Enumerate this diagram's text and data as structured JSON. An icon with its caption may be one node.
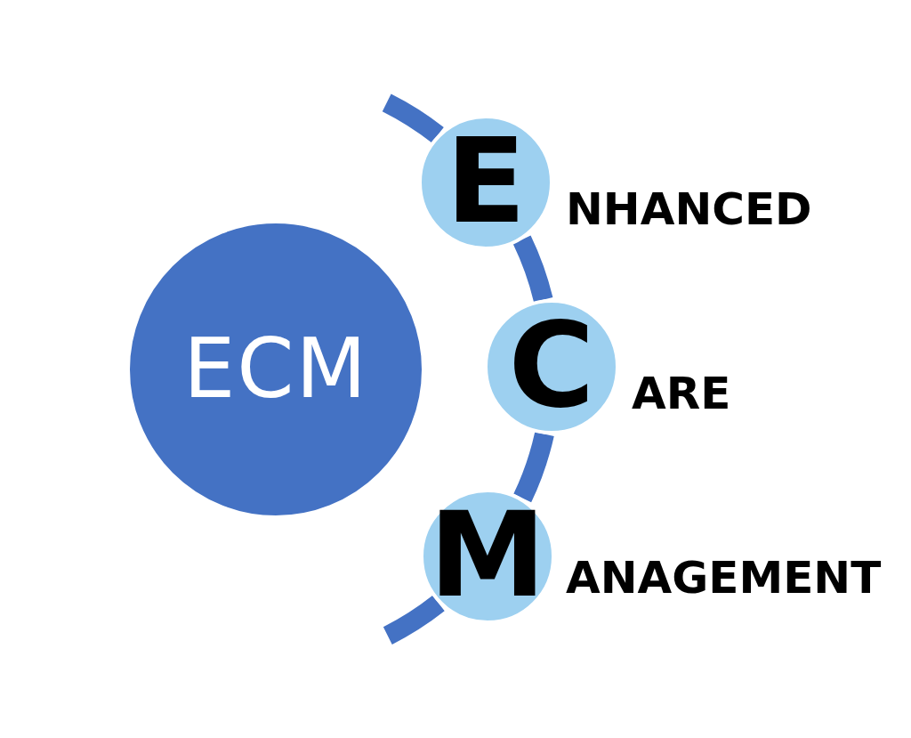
{
  "diagram": {
    "nodes": [
      {
        "text": [
          "ECM"
        ]
      },
      {
        "text": [
          "E"
        ],
        "beside": [
          "NHANCED"
        ]
      },
      {
        "text": [
          "C"
        ],
        "beside": [
          "ARE"
        ]
      },
      {
        "text": [
          "M"
        ],
        "beside": [
          "ANAGEMENT"
        ]
      }
    ],
    "edges": [
      {
        "from": 1,
        "to": 2,
        "arrow": "none"
      },
      {
        "from": 2,
        "to": 3,
        "arrow": "none"
      }
    ]
  }
}
